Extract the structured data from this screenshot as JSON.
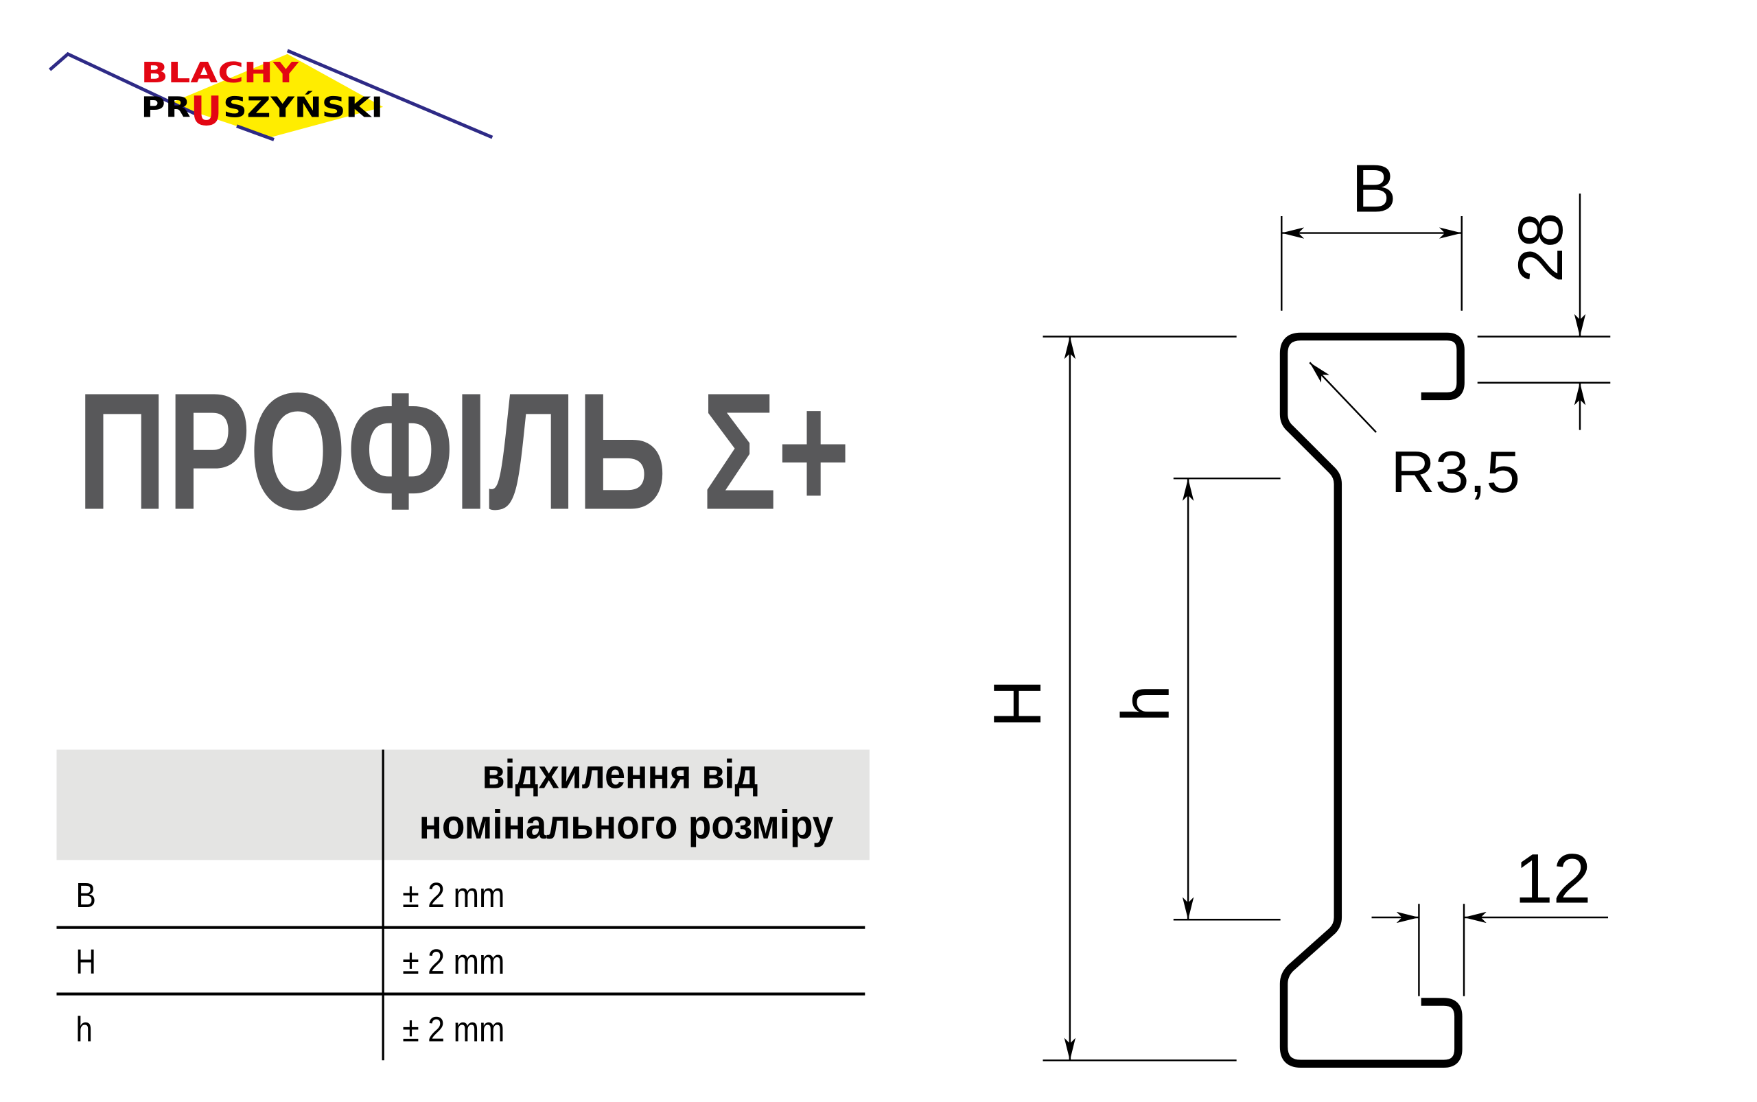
{
  "logo": {
    "line1": "BLACHY",
    "line2_a": "PR",
    "line2_u": "U",
    "line2_b": "SZYŃSKI"
  },
  "title": "ПРОФІЛЬ Σ+",
  "table": {
    "header_line1": "відхилення від",
    "header_line2": "номінального розміру",
    "rows": [
      {
        "param": "B",
        "value": "± 2 mm"
      },
      {
        "param": "H",
        "value": "± 2 mm"
      },
      {
        "param": "h",
        "value": "± 2 mm"
      }
    ]
  },
  "diagram": {
    "width_label": "B",
    "height_label": "H",
    "inner_height_label": "h",
    "lip_label": "28",
    "radius_label": "R3,5",
    "gap_label": "12"
  },
  "colors": {
    "title": "#58585a",
    "header_bg": "#e4e4e3",
    "logo_red": "#e30613",
    "logo_yellow": "#ffed00",
    "logo_blue": "#2e2a86"
  }
}
